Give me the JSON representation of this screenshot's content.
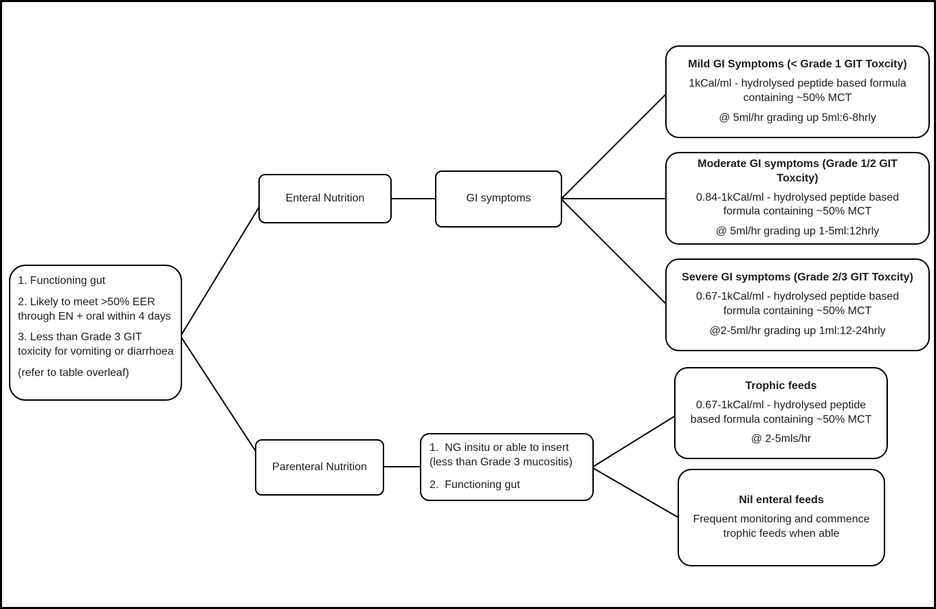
{
  "colors": {
    "background": "#ffffff",
    "border": "#000000",
    "text": "#1c1c1c"
  },
  "nodes": {
    "criteria": {
      "line1": "1. Functioning gut",
      "line2": "2. Likely to meet >50% EER through EN + oral within 4 days",
      "line3": "3. Less than Grade 3 GIT toxicity for vomiting or diarrhoea",
      "line4": " (refer to table overleaf)"
    },
    "enteral": {
      "label": "Enteral Nutrition"
    },
    "gi_symptoms": {
      "label": "GI symptoms"
    },
    "mild": {
      "title": "Mild GI Symptoms (< Grade 1 GIT Toxcity)",
      "body1": "1kCal/ml - hydrolysed peptide based formula containing ~50% MCT",
      "body2": "@ 5ml/hr grading up 5ml:6-8hrly"
    },
    "moderate": {
      "title": "Moderate GI symptoms (Grade 1/2 GIT Toxcity)",
      "body1": "0.84-1kCal/ml - hydrolysed peptide based formula containing ~50% MCT",
      "body2": "@ 5ml/hr grading up 1-5ml:12hrly"
    },
    "severe": {
      "title": "Severe GI symptoms (Grade 2/3 GIT Toxcity)",
      "body1": "0.67-1kCal/ml - hydrolysed peptide based formula containing ~50% MCT",
      "body2": "@2-5ml/hr grading up 1ml:12-24hrly"
    },
    "parenteral": {
      "label": "Parenteral Nutrition"
    },
    "ng_criteria": {
      "line1": "1.  NG insitu or able to insert (less than Grade 3 mucositis)",
      "line2": "2.  Functioning gut"
    },
    "trophic": {
      "title": "Trophic feeds",
      "body1": "0.67-1kCal/ml - hydrolysed peptide based formula containing ~50% MCT",
      "body2": "@ 2-5mls/hr"
    },
    "nil_enteral": {
      "title": "Nil enteral feeds",
      "body1": "Frequent monitoring and commence trophic feeds when able"
    }
  }
}
